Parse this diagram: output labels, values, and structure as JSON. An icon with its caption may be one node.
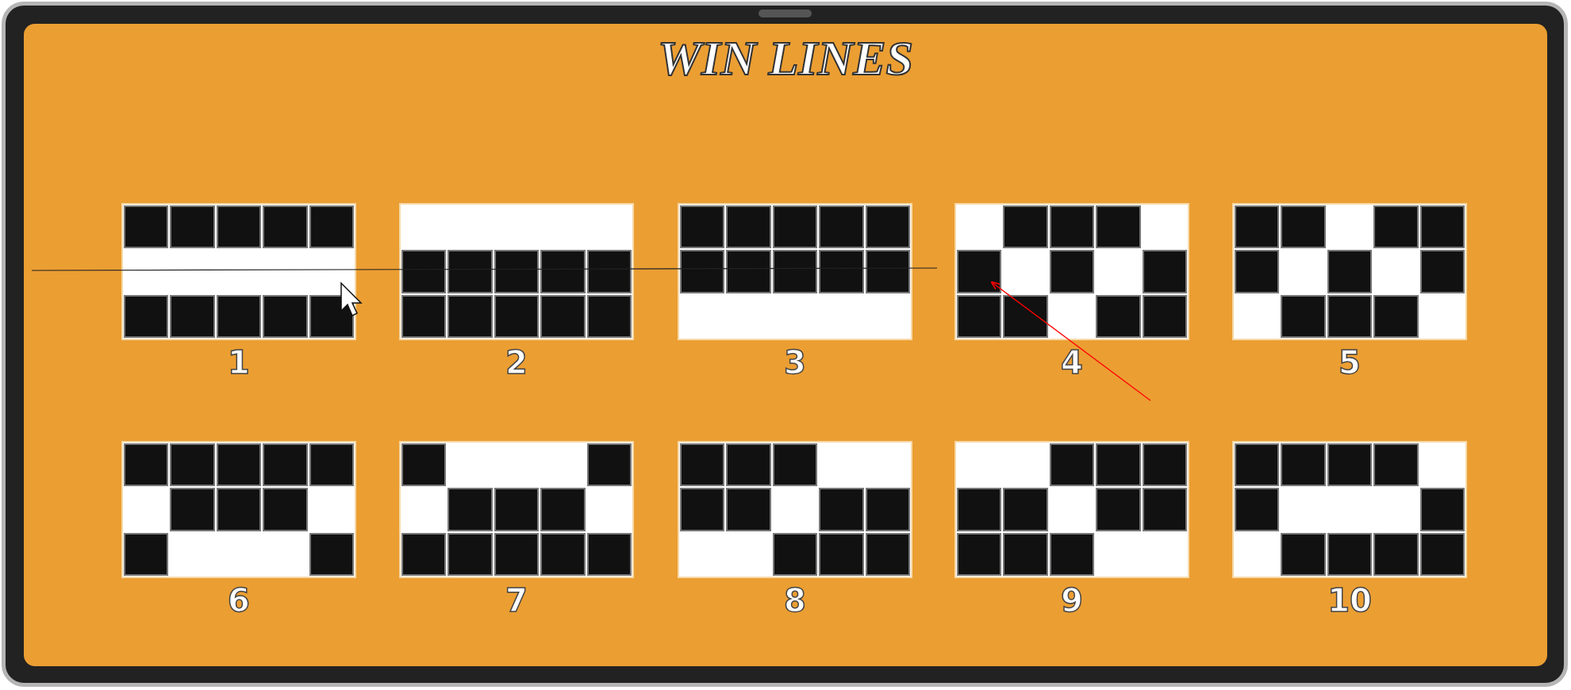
{
  "diagram": {
    "title": "WIN LINES",
    "nodes": [
      {
        "text": [],
        "shape": "box",
        "beside": [
          "1"
        ]
      },
      {
        "text": [],
        "shape": "box",
        "beside": [
          "2"
        ]
      },
      {
        "text": [],
        "shape": "box",
        "beside": [
          "3"
        ]
      },
      {
        "text": [],
        "shape": "box",
        "beside": [
          "4"
        ]
      },
      {
        "text": [],
        "shape": "box",
        "beside": [
          "5"
        ]
      },
      {
        "text": [],
        "shape": "box",
        "beside": [
          "6"
        ]
      },
      {
        "text": [],
        "shape": "box",
        "beside": [
          "7"
        ]
      },
      {
        "text": [],
        "shape": "box",
        "beside": [
          "8"
        ]
      },
      {
        "text": [],
        "shape": "box",
        "beside": [
          "9"
        ]
      },
      {
        "text": [],
        "shape": "box",
        "beside": [
          "10"
        ]
      }
    ],
    "edges": [
      {
        "from": null,
        "to": 3,
        "arrow": "to",
        "color": "#ff0000"
      }
    ]
  }
}
